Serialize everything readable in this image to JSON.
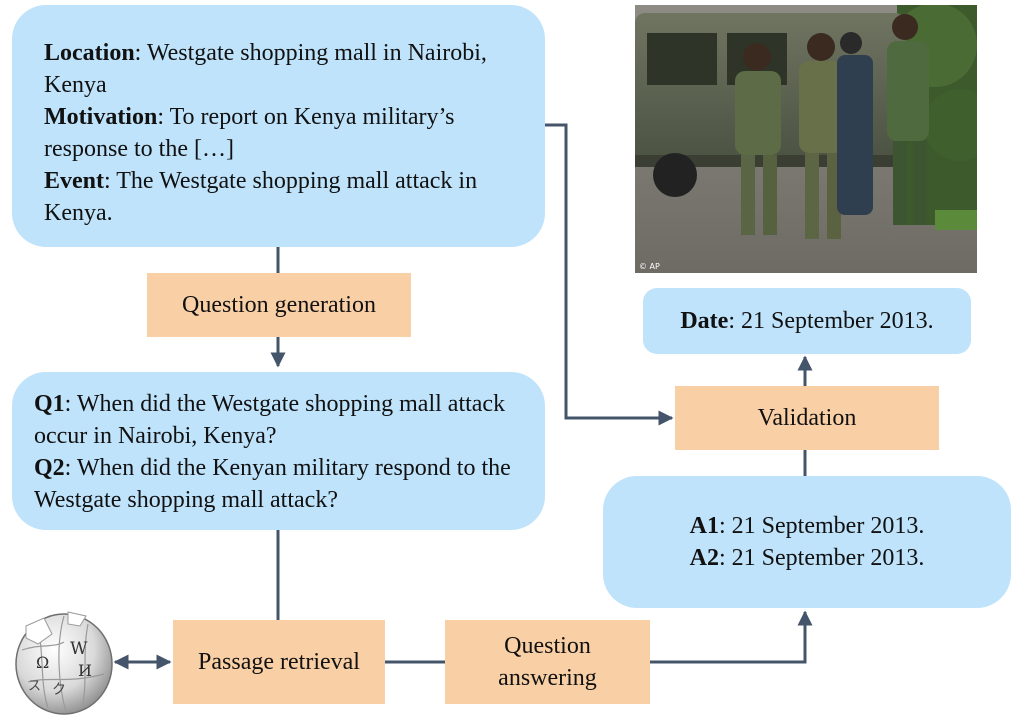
{
  "context": {
    "location_label": "Location",
    "location_value": ": Westgate shopping mall in Nairobi, Kenya",
    "motivation_label": "Motivation",
    "motivation_value": ": To report on Kenya military’s response to the […]",
    "event_label": "Event",
    "event_value": ": The Westgate shopping mall attack in Kenya."
  },
  "steps": {
    "question_generation": "Question generation",
    "passage_retrieval": "Passage retrieval",
    "question_answering": "Question answering",
    "validation": "Validation"
  },
  "questions": {
    "q1_label": "Q1",
    "q1_text": ": When did the Westgate shopping mall attack occur in Nairobi, Kenya?",
    "q2_label": "Q2",
    "q2_text": ": When did the Kenyan military respond to the Westgate shopping mall attack?"
  },
  "answers": {
    "a1_label": "A1",
    "a1_text": ": 21 September 2013.",
    "a2_label": "A2",
    "a2_text": ": 21 September 2013."
  },
  "result": {
    "date_label": "Date",
    "date_text": ": 21 September 2013."
  },
  "photo": {
    "credit": "© AP"
  },
  "colors": {
    "blue_box": "#bfe3fb",
    "orange_box": "#f9cfa6",
    "connector": "#44546a"
  }
}
